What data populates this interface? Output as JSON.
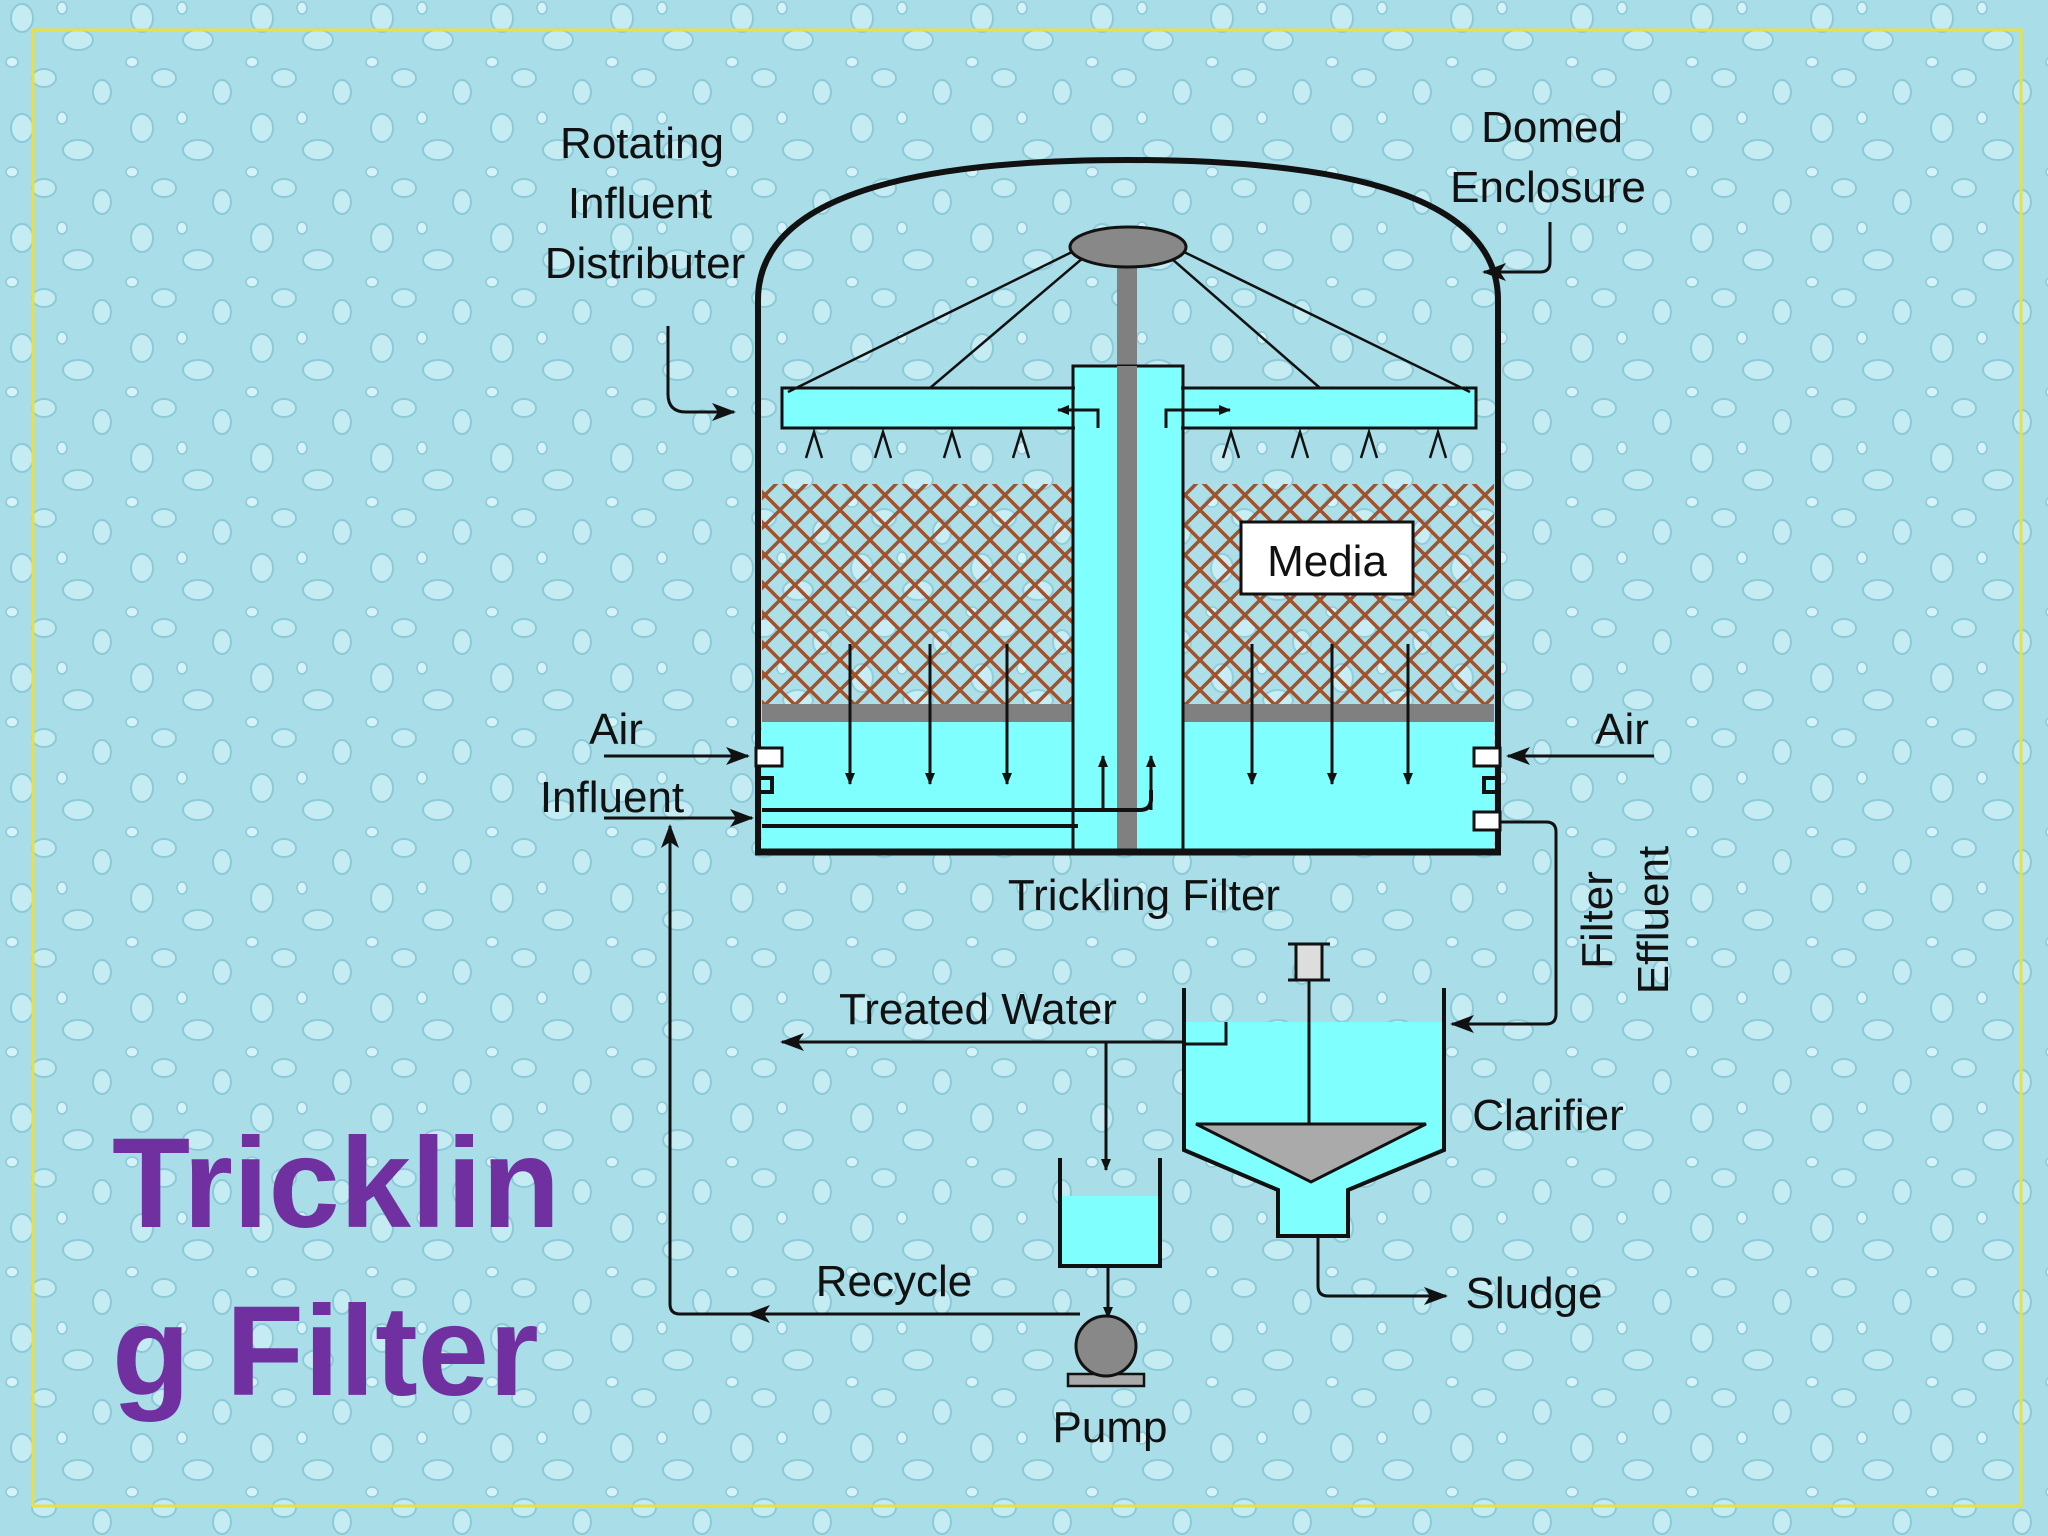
{
  "slide": {
    "title": "Trickling Filter",
    "title_line1": "Tricklin",
    "title_line2": "g Filter"
  },
  "diagram": {
    "labels": {
      "distributor_1": "Rotating",
      "distributor_2": "Influent",
      "distributor_3": "Distributer",
      "dome_1": "Domed",
      "dome_2": "Enclosure",
      "media": "Media",
      "air_left": "Air",
      "air_right": "Air",
      "influent": "Influent",
      "trickling_filter": "Trickling Filter",
      "filter_effluent_1": "Filter",
      "filter_effluent_2": "Effluent",
      "treated_water": "Treated Water",
      "clarifier": "Clarifier",
      "recycle": "Recycle",
      "sludge": "Sludge",
      "pump": "Pump"
    }
  },
  "colors": {
    "background": "#a9dde8",
    "water": "#80ffff",
    "media_lattice": "#a0522d",
    "title": "#7030a0",
    "border": "#e8e044",
    "support": "#808080"
  }
}
